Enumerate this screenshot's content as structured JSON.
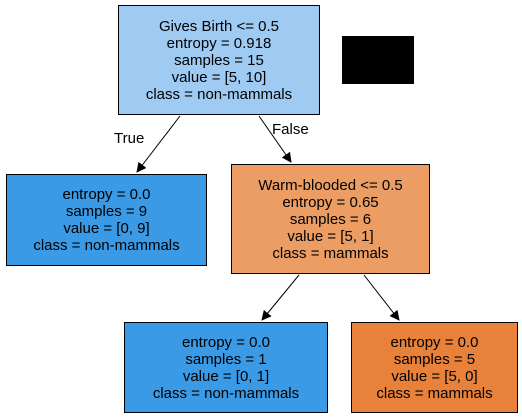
{
  "colors": {
    "root_fill": "#9fcbf3",
    "pure_blue_fill": "#3a9ae5",
    "mid_orange_fill": "#eb9d63",
    "pure_orange_fill": "#e88139",
    "redaction": "#000000",
    "edge": "#000000"
  },
  "nodes": [
    {
      "id": "root",
      "color": "#9fcbf3",
      "lines": [
        "Gives Birth <= 0.5",
        "entropy = 0.918",
        "samples = 15",
        "value = [5, 10]",
        "class = non-mammals"
      ]
    },
    {
      "id": "left",
      "color": "#3a9ae5",
      "lines": [
        "entropy = 0.0",
        "samples = 9",
        "value = [0, 9]",
        "class = non-mammals"
      ]
    },
    {
      "id": "right",
      "color": "#eb9d63",
      "lines": [
        "Warm-blooded <= 0.5",
        "entropy = 0.65",
        "samples = 6",
        "value = [5, 1]",
        "class = mammals"
      ]
    },
    {
      "id": "right-left",
      "color": "#3a9ae5",
      "lines": [
        "entropy = 0.0",
        "samples = 1",
        "value = [0, 1]",
        "class = non-mammals"
      ]
    },
    {
      "id": "right-right",
      "color": "#e88139",
      "lines": [
        "entropy = 0.0",
        "samples = 5",
        "value = [5, 0]",
        "class = mammals"
      ]
    }
  ],
  "edge_labels": {
    "true_label": "True",
    "false_label": "False"
  }
}
